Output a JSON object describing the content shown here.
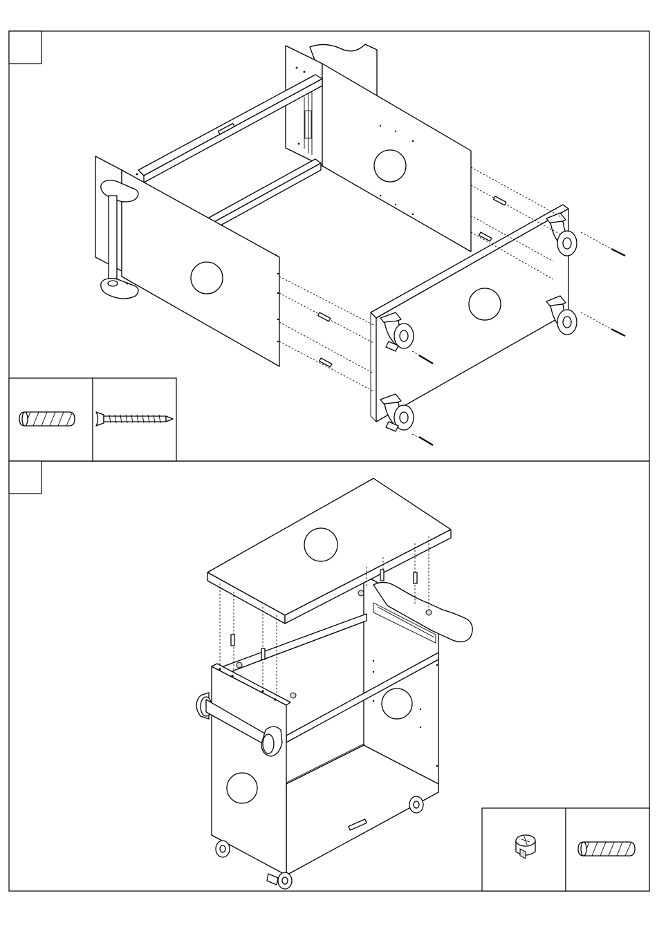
{
  "page": {
    "background": "#ffffff",
    "line_color": "#000000"
  },
  "steps": [
    {
      "number": "",
      "parts": [
        "wooden-dowel",
        "wood-screw"
      ]
    },
    {
      "number": "",
      "parts": [
        "cam-lock-nut",
        "wooden-dowel"
      ]
    }
  ]
}
